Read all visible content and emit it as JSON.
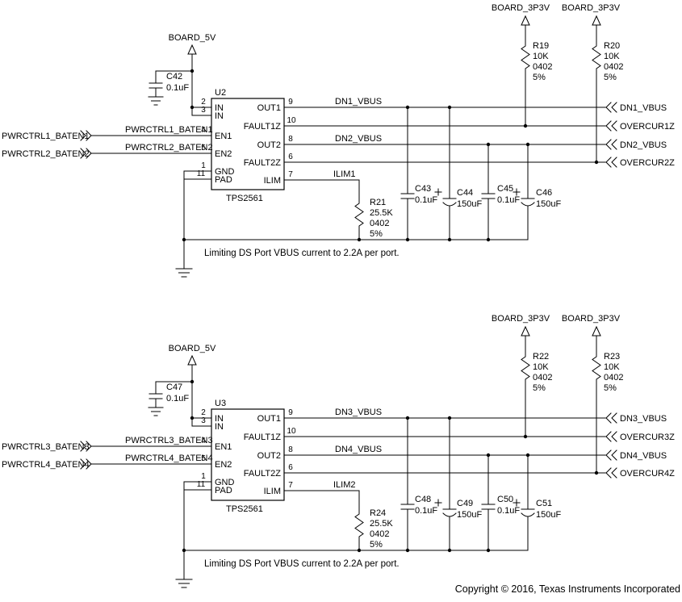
{
  "sheet": {
    "copyright": "Copyright © 2016, Texas Instruments Incorporated"
  },
  "circuits": [
    {
      "note": "Limiting DS Port VBUS current to 2.2A per port.",
      "rail_5v": "BOARD_5V",
      "rail_3v3_left": "BOARD_3P3V",
      "rail_3v3_right": "BOARD_3P3V",
      "ic": {
        "ref": "U2",
        "part": "TPS2561",
        "pins": {
          "in1": {
            "num": "2",
            "name": "IN"
          },
          "in2": {
            "num": "3",
            "name": "IN"
          },
          "en1": {
            "num": "4",
            "name": "EN1"
          },
          "en2": {
            "num": "5",
            "name": "EN2"
          },
          "gnd": {
            "num": "1",
            "name": "GND"
          },
          "pad": {
            "num": "11",
            "name": "PAD"
          },
          "out1": {
            "num": "9",
            "name": "OUT1"
          },
          "fault1": {
            "num": "10",
            "name": "FAULT1Z"
          },
          "out2": {
            "num": "8",
            "name": "OUT2"
          },
          "fault2": {
            "num": "6",
            "name": "FAULT2Z"
          },
          "ilim": {
            "num": "7",
            "name": "ILIM"
          }
        }
      },
      "bypass_cap": {
        "ref": "C42",
        "value": "0.1uF"
      },
      "pullup_left": {
        "ref": "R19",
        "value": "10K",
        "footprint": "0402",
        "tolerance": "5%"
      },
      "pullup_right": {
        "ref": "R20",
        "value": "10K",
        "footprint": "0402",
        "tolerance": "5%"
      },
      "ilim_resistor": {
        "ref": "R21",
        "value": "25.5K",
        "footprint": "0402",
        "tolerance": "5%"
      },
      "caps": [
        {
          "ref": "C43",
          "value": "0.1uF"
        },
        {
          "ref": "C44",
          "value": "150uF"
        },
        {
          "ref": "C45",
          "value": "0.1uF"
        },
        {
          "ref": "C46",
          "value": "150uF"
        }
      ],
      "input_ports": [
        "PWRCTRL1_BATEN1",
        "PWRCTRL2_BATEN2"
      ],
      "wire_labels": {
        "out1": "DN1_VBUS",
        "out2": "DN2_VBUS",
        "ilim": "ILIM1"
      },
      "output_ports": [
        "DN1_VBUS",
        "OVERCUR1Z",
        "DN2_VBUS",
        "OVERCUR2Z"
      ]
    },
    {
      "note": "Limiting DS Port VBUS current to 2.2A per port.",
      "rail_5v": "BOARD_5V",
      "rail_3v3_left": "BOARD_3P3V",
      "rail_3v3_right": "BOARD_3P3V",
      "ic": {
        "ref": "U3",
        "part": "TPS2561",
        "pins": {
          "in1": {
            "num": "2",
            "name": "IN"
          },
          "in2": {
            "num": "3",
            "name": "IN"
          },
          "en1": {
            "num": "4",
            "name": "EN1"
          },
          "en2": {
            "num": "5",
            "name": "EN2"
          },
          "gnd": {
            "num": "1",
            "name": "GND"
          },
          "pad": {
            "num": "11",
            "name": "PAD"
          },
          "out1": {
            "num": "9",
            "name": "OUT1"
          },
          "fault1": {
            "num": "10",
            "name": "FAULT1Z"
          },
          "out2": {
            "num": "8",
            "name": "OUT2"
          },
          "fault2": {
            "num": "6",
            "name": "FAULT2Z"
          },
          "ilim": {
            "num": "7",
            "name": "ILIM"
          }
        }
      },
      "bypass_cap": {
        "ref": "C47",
        "value": "0.1uF"
      },
      "pullup_left": {
        "ref": "R22",
        "value": "10K",
        "footprint": "0402",
        "tolerance": "5%"
      },
      "pullup_right": {
        "ref": "R23",
        "value": "10K",
        "footprint": "0402",
        "tolerance": "5%"
      },
      "ilim_resistor": {
        "ref": "R24",
        "value": "25.5K",
        "footprint": "0402",
        "tolerance": "5%"
      },
      "caps": [
        {
          "ref": "C48",
          "value": "0.1uF"
        },
        {
          "ref": "C49",
          "value": "150uF"
        },
        {
          "ref": "C50",
          "value": "0.1uF"
        },
        {
          "ref": "C51",
          "value": "150uF"
        }
      ],
      "input_ports": [
        "PWRCTRL3_BATEN3",
        "PWRCTRL4_BATEN4"
      ],
      "wire_labels": {
        "out1": "DN3_VBUS",
        "out2": "DN4_VBUS",
        "ilim": "ILIM2"
      },
      "output_ports": [
        "DN3_VBUS",
        "OVERCUR3Z",
        "DN4_VBUS",
        "OVERCUR4Z"
      ]
    }
  ]
}
